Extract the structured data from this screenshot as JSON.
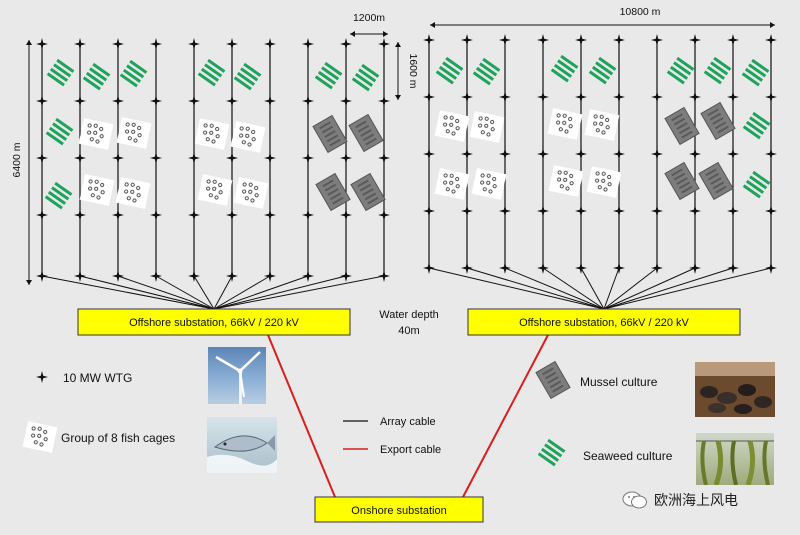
{
  "dimensions": {
    "spacing": "1200m",
    "row_spacing": "1600 m",
    "total_width": "10800 m",
    "total_height": "6400 m"
  },
  "substations": {
    "offshore_left": "Offshore substation, 66kV / 220 kV",
    "offshore_right": "Offshore substation, 66kV / 220 kV",
    "onshore": "Onshore substation"
  },
  "water_depth": {
    "line1": "Water depth",
    "line2": "40m"
  },
  "legend": {
    "wtg": "10 MW WTG",
    "fish": "Group  of 8 fish cages",
    "mussel": "Mussel culture",
    "seaweed": "Seaweed  culture",
    "array_cable": "Array cable",
    "export_cable": "Export cable"
  },
  "watermark": "欧洲海上风电",
  "colors": {
    "background": "#e9e9e9",
    "substation_fill": "#ffff00",
    "export_cable": "#d81e1e",
    "seaweed": "#1fa25c",
    "mussel": "#808080",
    "fish": "#555555"
  },
  "icons": [
    "wtg-icon",
    "fish-cage-icon",
    "mussel-icon",
    "seaweed-icon",
    "wind-turbine-photo",
    "fish-photo",
    "mussel-photo",
    "seaweed-photo",
    "wechat-icon"
  ]
}
